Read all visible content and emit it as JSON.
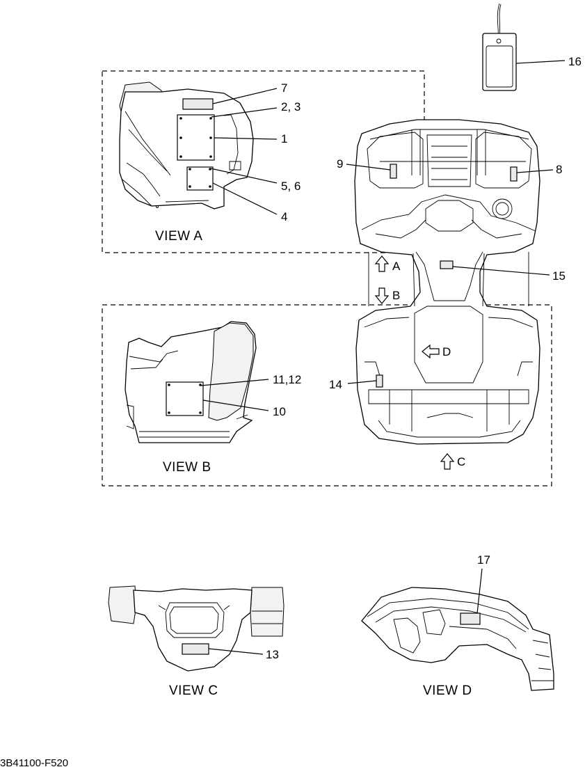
{
  "diagram": {
    "part_numbers": {
      "p1": "1",
      "p2_3": "2, 3",
      "p4": "4",
      "p5_6": "5, 6",
      "p7": "7",
      "p8": "8",
      "p9": "9",
      "p10": "10",
      "p11_12": "11,12",
      "p13": "13",
      "p14": "14",
      "p15": "15",
      "p16": "16",
      "p17": "17"
    },
    "view_labels": {
      "view_a": "VIEW A",
      "view_b": "VIEW B",
      "view_c": "VIEW C",
      "view_d": "VIEW D"
    },
    "arrow_labels": {
      "a": "A",
      "b": "B",
      "c": "C",
      "d": "D"
    },
    "drawing_code": "3B41100-F520"
  }
}
